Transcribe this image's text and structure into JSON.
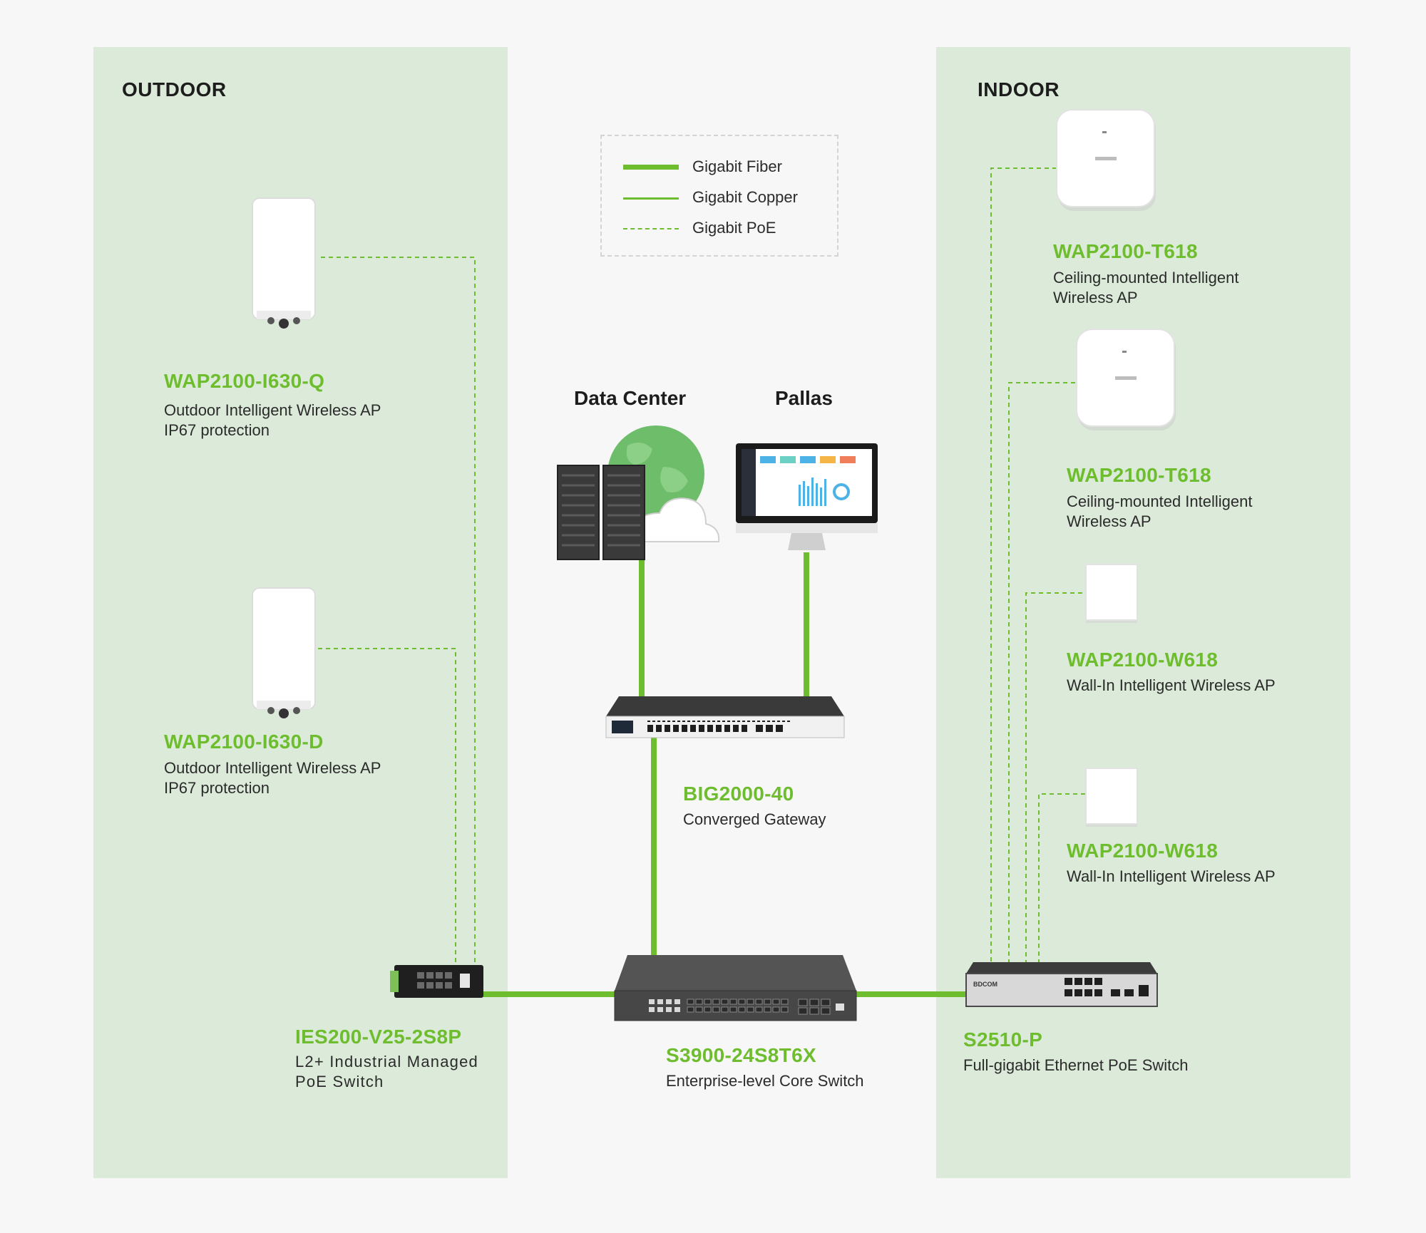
{
  "zones": {
    "outdoor_title": "OUTDOOR",
    "indoor_title": "INDOOR"
  },
  "legend": {
    "fiber": "Gigabit Fiber",
    "copper": "Gigabit Copper",
    "poe": "Gigabit PoE"
  },
  "center": {
    "data_center_title": "Data Center",
    "pallas_title": "Pallas"
  },
  "devices": {
    "outdoor_ap_q": {
      "name": "WAP2100-I630-Q",
      "desc1": "Outdoor Intelligent Wireless AP",
      "desc2": "IP67 protection"
    },
    "outdoor_ap_d": {
      "name": "WAP2100-I630-D",
      "desc1": "Outdoor Intelligent Wireless AP",
      "desc2": "IP67 protection"
    },
    "ies_switch": {
      "name": "IES200-V25-2S8P",
      "desc1": "L2+ Industrial Managed",
      "desc2": "PoE Switch"
    },
    "gateway": {
      "name": "BIG2000-40",
      "desc1": "Converged Gateway"
    },
    "core_switch": {
      "name": "S3900-24S8T6X",
      "desc1": "Enterprise-level Core Switch"
    },
    "indoor_ap_1": {
      "name": "WAP2100-T618",
      "desc1": "Ceiling-mounted Intelligent",
      "desc2": "Wireless AP"
    },
    "indoor_ap_2": {
      "name": "WAP2100-T618",
      "desc1": "Ceiling-mounted Intelligent",
      "desc2": "Wireless AP"
    },
    "wall_ap_1": {
      "name": "WAP2100-W618",
      "desc1": "Wall-In Intelligent Wireless AP"
    },
    "wall_ap_2": {
      "name": "WAP2100-W618",
      "desc1": "Wall-In Intelligent Wireless AP"
    },
    "poe_switch": {
      "name": "S2510-P",
      "desc1": "Full-gigabit Ethernet PoE Switch"
    }
  },
  "brand": {
    "logo_text": "BDCOM"
  },
  "colors": {
    "accent_green": "#6dbd2e",
    "zone_bg": "#dcebd9",
    "page_bg": "#f7f7f8"
  }
}
